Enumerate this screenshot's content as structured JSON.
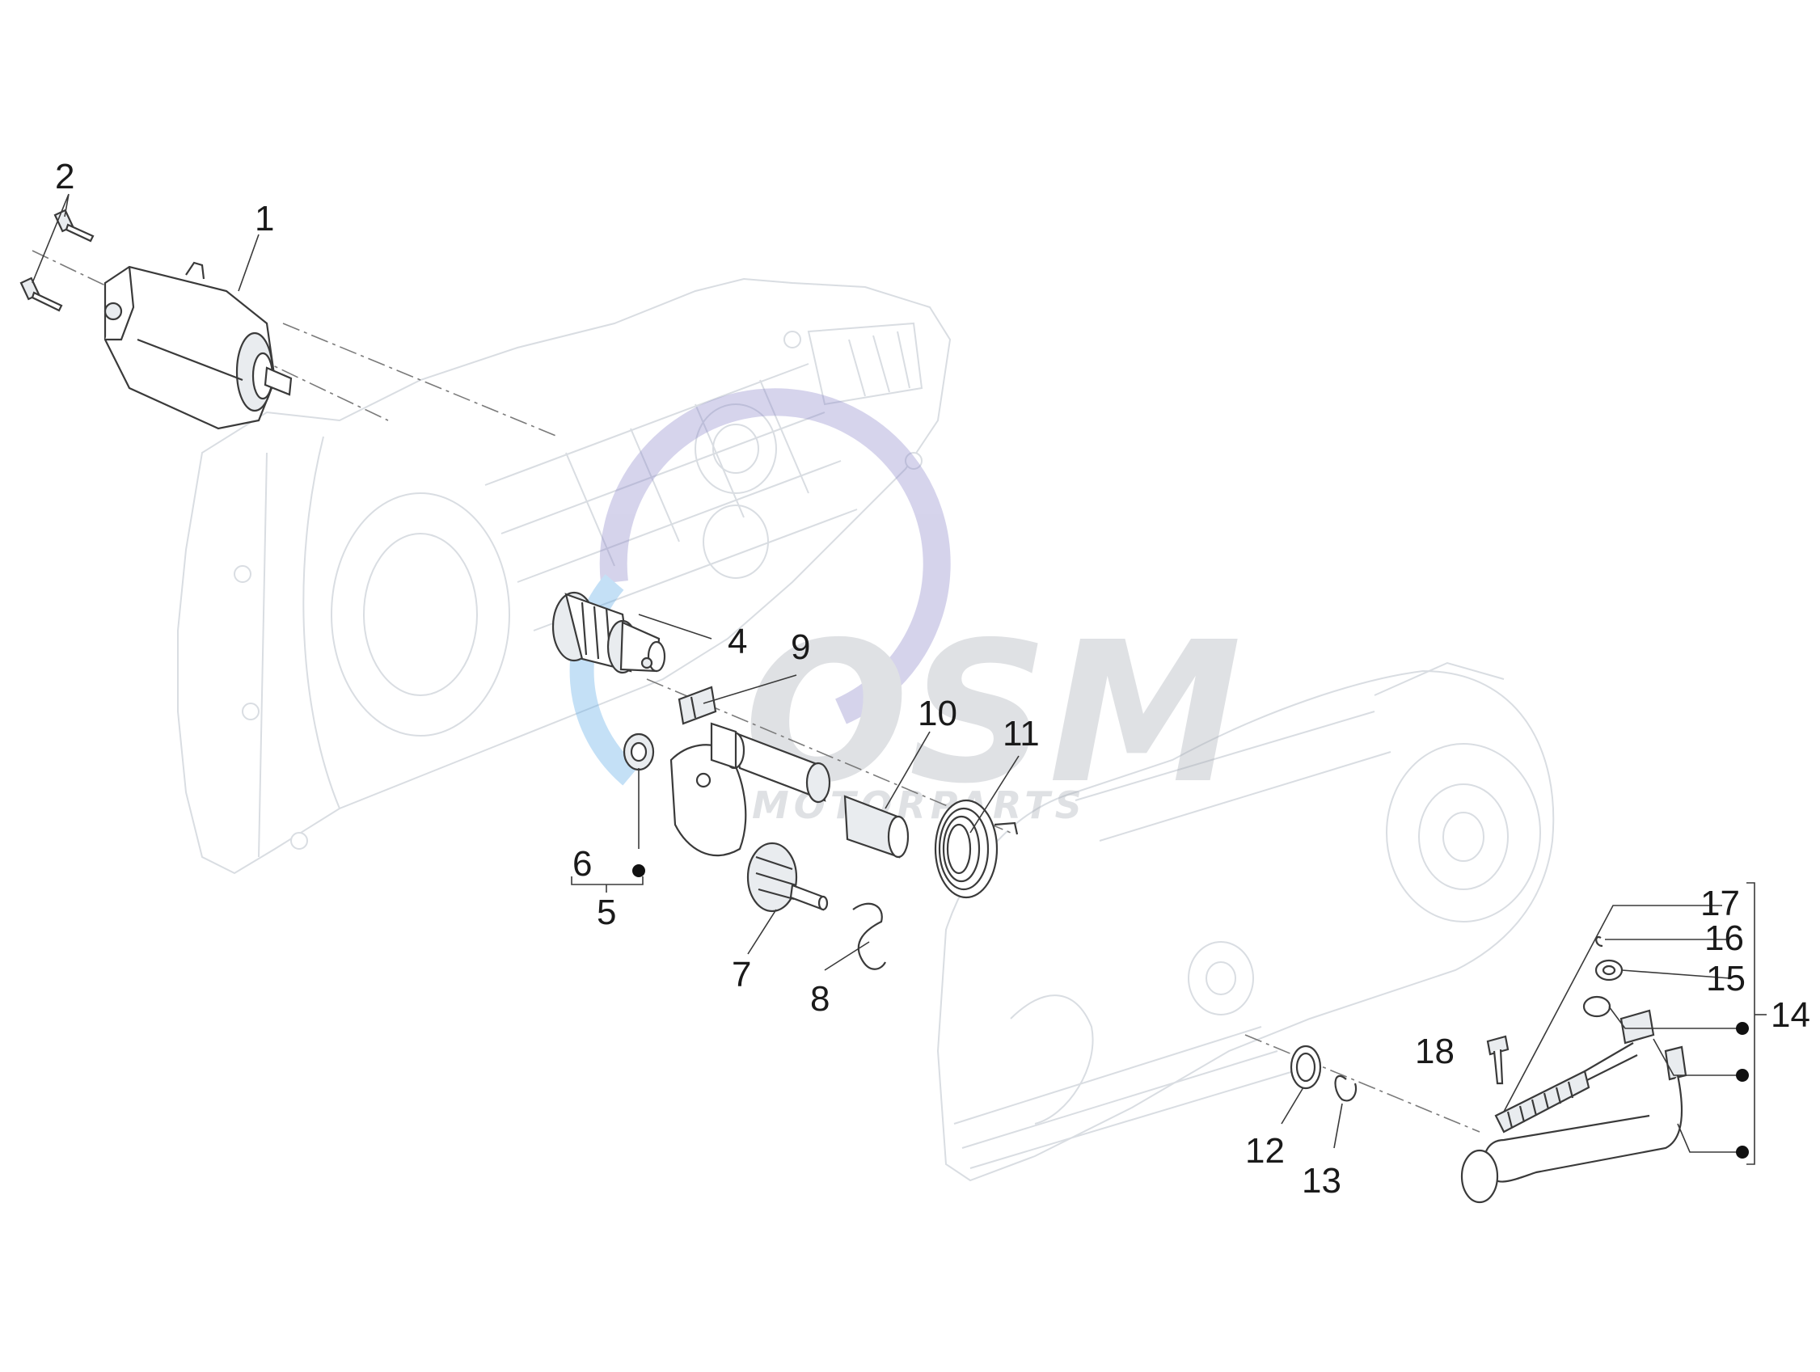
{
  "diagram": {
    "callouts": [
      {
        "id": "1",
        "text": "1"
      },
      {
        "id": "2",
        "text": "2"
      },
      {
        "id": "4",
        "text": "4"
      },
      {
        "id": "5",
        "text": "5"
      },
      {
        "id": "6",
        "text": "6"
      },
      {
        "id": "7",
        "text": "7"
      },
      {
        "id": "8",
        "text": "8"
      },
      {
        "id": "9",
        "text": "9"
      },
      {
        "id": "10",
        "text": "10"
      },
      {
        "id": "11",
        "text": "11"
      },
      {
        "id": "12",
        "text": "12"
      },
      {
        "id": "13",
        "text": "13"
      },
      {
        "id": "14",
        "text": "14"
      },
      {
        "id": "15",
        "text": "15"
      },
      {
        "id": "16",
        "text": "16"
      },
      {
        "id": "17",
        "text": "17"
      },
      {
        "id": "18",
        "text": "18"
      }
    ]
  },
  "watermark": {
    "brand": "OSM",
    "tagline": "MOTORPARTS",
    "colors": {
      "blue": "#5aa9e6",
      "purple": "#8a84c8",
      "gray": "#a6abb3"
    }
  },
  "colors": {
    "line": "#3a3a3a",
    "ghost": "#d9dde2",
    "background": "#ffffff"
  }
}
